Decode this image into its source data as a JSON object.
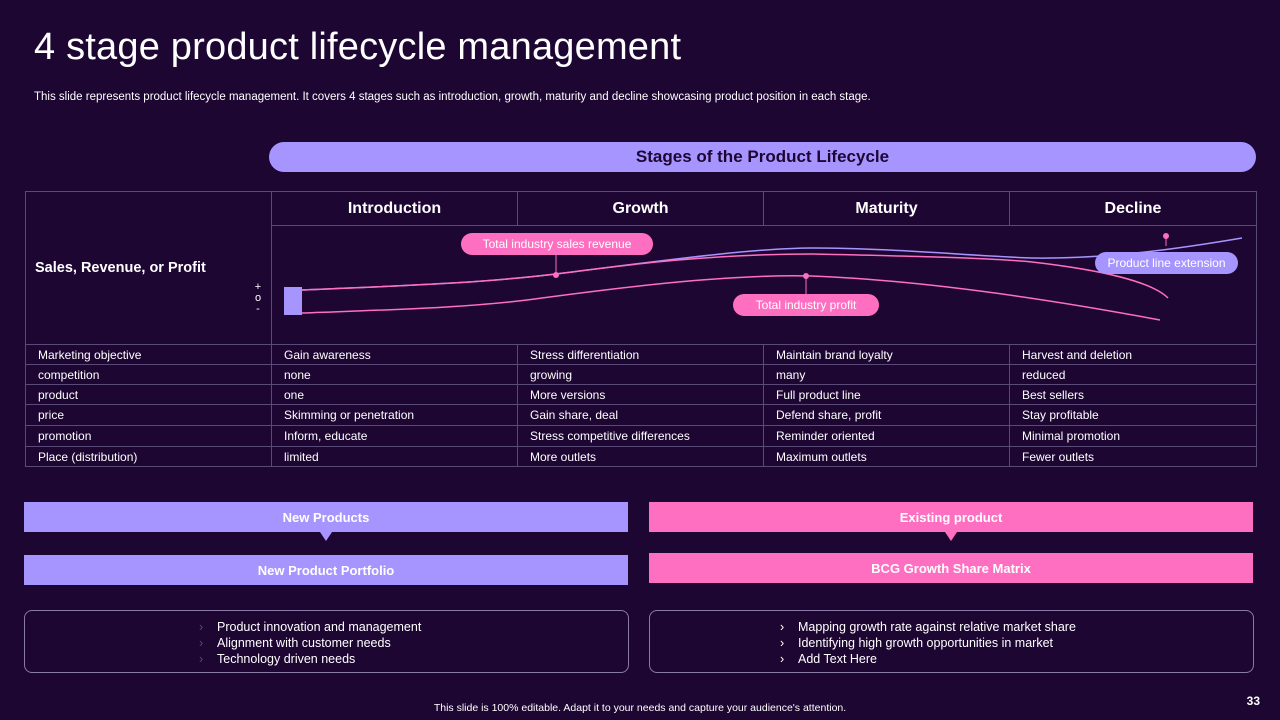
{
  "title": "4 stage product lifecycle management",
  "subtitle": "This slide represents product lifecycle management. It covers 4 stages such as introduction, growth, maturity and decline showcasing product position in each stage.",
  "banner": "Stages of the Product Lifecycle",
  "row_label": "Sales, Revenue, or Profit",
  "legend": {
    "plus": "+",
    "zero": "o",
    "minus": "-"
  },
  "stages": [
    "Introduction",
    "Growth",
    "Maturity",
    "Decline"
  ],
  "callouts": {
    "sales_revenue": "Total industry sales revenue",
    "profit": "Total industry profit",
    "extension": "Product line extension"
  },
  "rows": [
    {
      "label": "Marketing objective",
      "cells": [
        "Gain awareness",
        "Stress differentiation",
        "Maintain brand loyalty",
        "Harvest and deletion"
      ]
    },
    {
      "label": "competition",
      "cells": [
        "none",
        "growing",
        "many",
        "reduced"
      ]
    },
    {
      "label": "product",
      "cells": [
        "one",
        "More versions",
        "Full product line",
        "Best sellers"
      ]
    },
    {
      "label": "price",
      "cells": [
        "Skimming or penetration",
        "Gain share, deal",
        "Defend share, profit",
        "Stay profitable"
      ]
    },
    {
      "label": "promotion",
      "cells": [
        "Inform, educate",
        "Stress competitive differences",
        "Reminder oriented",
        "Minimal promotion"
      ]
    },
    {
      "label": "Place (distribution)",
      "cells": [
        "limited",
        "More outlets",
        "Maximum outlets",
        "Fewer outlets"
      ]
    }
  ],
  "left_panel": {
    "top": "New Products",
    "bottom": "New Product Portfolio",
    "items": [
      "Product innovation  and management",
      "Alignment with customer needs",
      "Technology driven  needs"
    ]
  },
  "right_panel": {
    "top": "Existing product",
    "bottom": "BCG Growth Share Matrix",
    "items": [
      "Mapping  growth rate against relative market share",
      "Identifying  high growth opportunities in market",
      "Add Text Here"
    ]
  },
  "bullet_glyph": "›",
  "footer": "This slide is 100% editable.  Adapt it to your needs and capture your audience's attention.",
  "page_number": "33",
  "colors": {
    "background": "#1e0633",
    "lavender": "#a695ff",
    "pink": "#ff6fc1",
    "grid": "#5a4a78"
  }
}
